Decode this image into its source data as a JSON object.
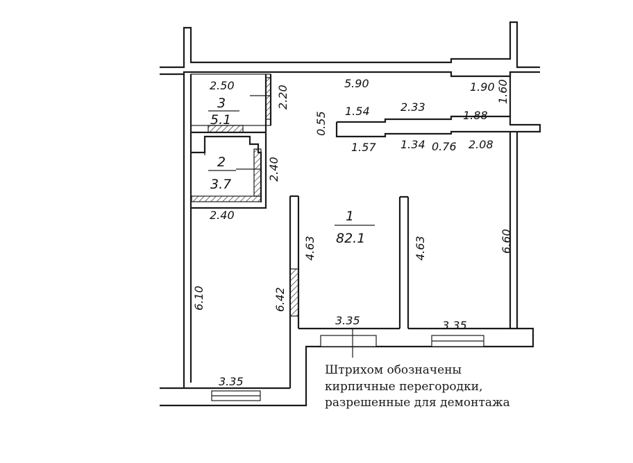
{
  "rooms": [
    {
      "number": "1",
      "area": "82.1"
    },
    {
      "number": "2",
      "area": "3.7"
    },
    {
      "number": "3",
      "area": "5.1"
    }
  ],
  "dimensions": {
    "room3_width": "2.50",
    "room3_depth": "2.20",
    "room2_depth": "2.40",
    "room2_width": "2.40",
    "top_wall": "5.90",
    "top_right": "1.90",
    "right_top_depth": "1.60",
    "partition_height": "0.55",
    "partition_seg1": "1.54",
    "partition_seg2": "2.33",
    "partition_seg3": "1.88",
    "partition_low1": "1.57",
    "partition_low2": "1.34",
    "partition_low3": "0.76",
    "partition_low4": "2.08",
    "left_room_depth": "6.10",
    "corridor_depth": "6.42",
    "middle_left_depth": "4.63",
    "middle_right_depth": "4.63",
    "right_room_depth": "6.60",
    "middle_bottom_width": "3.35",
    "right_bottom_width": "3.35",
    "left_bottom_width": "3.35"
  },
  "legend": [
    "Штрихом обозначены",
    "кирпичные перегородки,",
    "разрешенные для демонтажа"
  ]
}
